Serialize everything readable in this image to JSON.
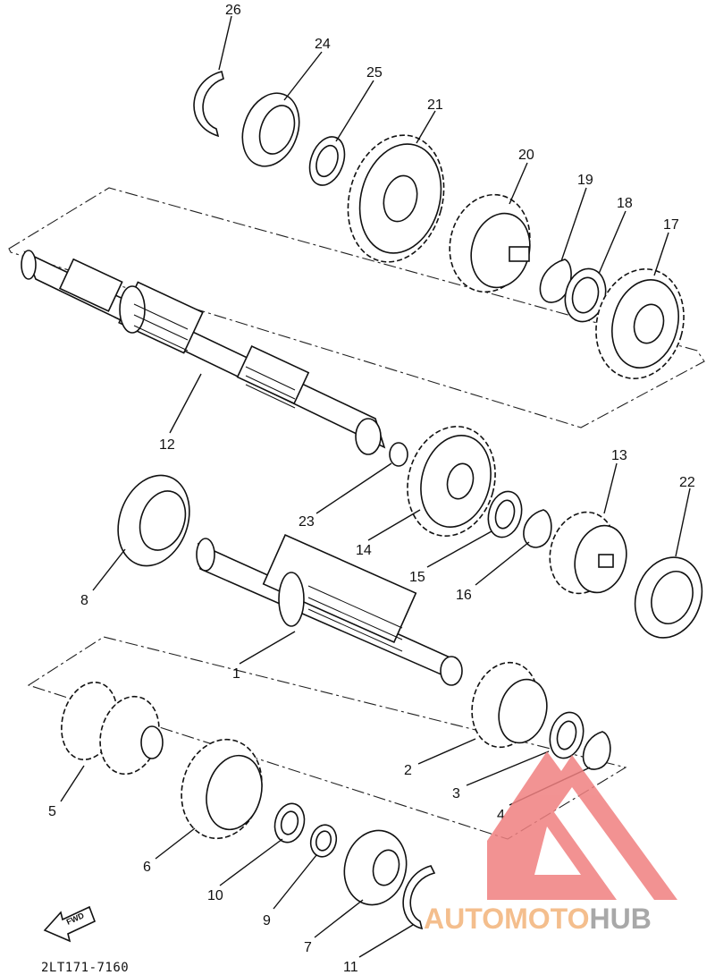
{
  "callouts": [
    "1",
    "2",
    "3",
    "4",
    "5",
    "6",
    "7",
    "8",
    "9",
    "10",
    "11",
    "12",
    "13",
    "14",
    "15",
    "16",
    "17",
    "18",
    "19",
    "20",
    "21",
    "22",
    "23",
    "24",
    "25",
    "26"
  ],
  "diagram_code": "2LT171-7160",
  "fwd_label": "FWD",
  "watermark": {
    "part1": "AUTOMOTO",
    "part2": "HUB",
    "color_accent": "#f08080",
    "color_text1": "#f3b37a",
    "color_text2": "#9a9a9a"
  }
}
